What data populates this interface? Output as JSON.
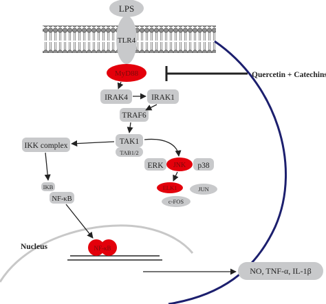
{
  "nodes": {
    "lps": "LPS",
    "tlr4": "TLR4",
    "myd88": "MyD88",
    "irak4": "IRAK4",
    "irak1": "IRAK1",
    "traf6": "TRAF6",
    "tak1": "TAK1",
    "tab12": "TAB1/2",
    "ikk": "IKK complex",
    "ikb": "IKB",
    "nfkb": "NF-κB",
    "nfkb_nucleus": "NF-κB",
    "erk": "ERK",
    "jnk": "JNK",
    "p38": "p38",
    "elk1": "ELK1",
    "jun": "JUN",
    "cfos": "c-FOS",
    "nucleus": "Nucleus",
    "inhibitor": "Quercetin + Catechins",
    "output": "NO, TNF-α, IL-1β"
  },
  "colors": {
    "membrane_fill": "#9a9a9a",
    "protein_gray": "#c8c9cb",
    "active_red": "#e3000b",
    "cell_boundary": "#1c1f6e",
    "arrow": "#222222"
  }
}
